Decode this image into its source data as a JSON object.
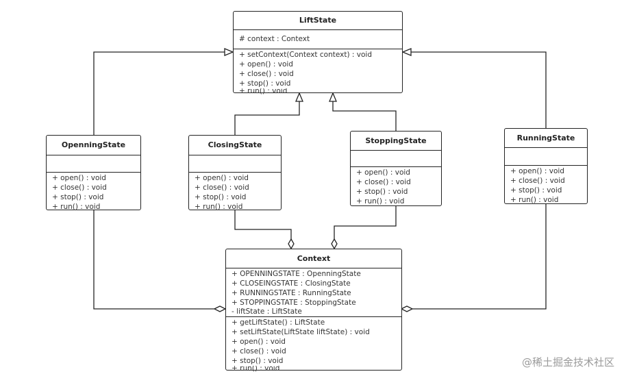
{
  "classes": {
    "liftstate": {
      "name": "LiftState",
      "attributes": [
        "# context : Context"
      ],
      "methods": [
        "+ setContext(Context context) : void",
        "+ open() : void",
        "+ close() : void",
        "+ stop() : void",
        "+ run() : void"
      ]
    },
    "openning": {
      "name": "OpenningState",
      "attributes": [],
      "methods": [
        "+ open() : void",
        "+ close() : void",
        "+ stop() : void",
        "+ run() : void"
      ]
    },
    "closing": {
      "name": "ClosingState",
      "attributes": [],
      "methods": [
        "+ open() : void",
        "+ close() : void",
        "+ stop() : void",
        "+ run() : void"
      ]
    },
    "stopping": {
      "name": "StoppingState",
      "attributes": [],
      "methods": [
        "+ open() : void",
        "+ close() : void",
        "+ stop() : void",
        "+ run() : void"
      ]
    },
    "running": {
      "name": "RunningState",
      "attributes": [],
      "methods": [
        "+ open() : void",
        "+ close() : void",
        "+ stop() : void",
        "+ run() : void"
      ]
    },
    "context": {
      "name": "Context",
      "attributes": [
        "+ OPENNINGSTATE : OpenningState",
        "+ CLOSEINGSTATE : ClosingState",
        "+ RUNNINGSTATE : RunningState",
        "+ STOPPINGSTATE : StoppingState",
        "- liftState : LiftState"
      ],
      "methods": [
        "+ getLiftState() : LiftState",
        "+ setLiftState(LiftState liftState) : void",
        "+ open() : void",
        "+ close() : void",
        "+ stop() : void",
        "+ run() : void"
      ]
    }
  },
  "watermark": "@稀土掘金技术社区"
}
